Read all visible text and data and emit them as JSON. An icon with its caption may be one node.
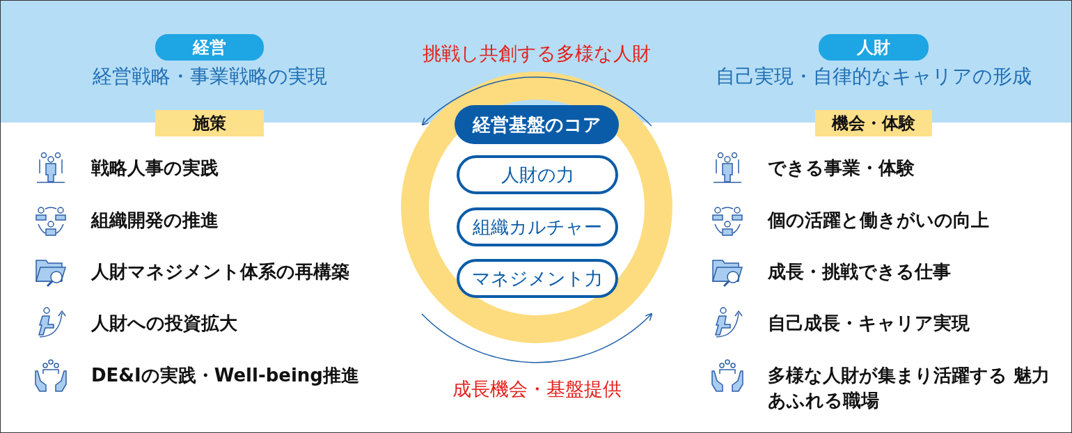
{
  "diagram": {
    "nodes": [
      {
        "text": [
          "経営"
        ]
      },
      {
        "text": [
          "人財"
        ]
      },
      {
        "text": [
          "施策"
        ]
      },
      {
        "text": [
          "機会・体験"
        ]
      },
      {
        "text": [],
        "shape": "circle"
      },
      {
        "text": [
          "経営基盤のコア"
        ],
        "in": 4
      },
      {
        "text": [
          "人財の力"
        ],
        "in": 4
      },
      {
        "text": [
          "組織カルチャー"
        ],
        "in": 4
      },
      {
        "text": [
          "マネジメント力"
        ],
        "in": 4
      }
    ],
    "labels": [
      "挑戦し共創する多様な人財",
      "経営戦略・事業戦略の実現",
      "自己実現・自律的なキャリアの形成",
      "戦略人事の実践",
      "組織開発の推進",
      "人財マネジメント体系の再構築",
      "人財への投資拡大",
      "DE&Iの実践・Well-being推進",
      "できる事業・体験",
      "個の活躍と働きがいの向上",
      "成長・挑戦できる仕事",
      "自己成長・キャリア実現",
      "多様な人財が集まり活躍する 魅力あふれる職場",
      "成長機会・基盤提供"
    ]
  }
}
